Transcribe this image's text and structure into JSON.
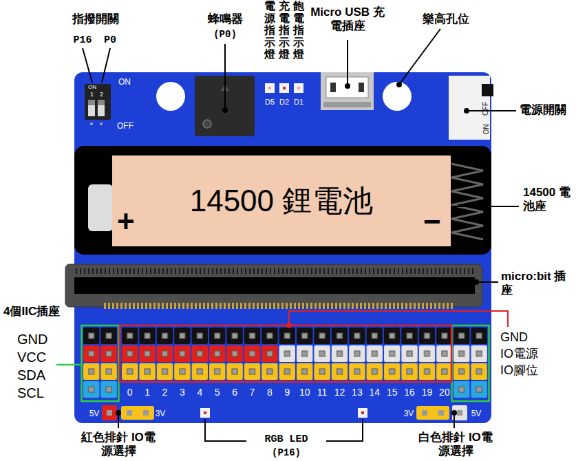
{
  "diagram": {
    "nodes": [
      {
        "text": [
          "14500 鋰電池"
        ]
      }
    ],
    "labels": [
      "指撥開關",
      "P16",
      "P0",
      "蜂鳴器",
      "(P0)",
      "電源指示燈",
      "充電指示燈",
      "飽電指示燈",
      "Micro USB 充電插座",
      "樂高孔位",
      "ON",
      "1",
      "2",
      "ON",
      "OFF",
      "D5",
      "D2",
      "D1",
      "電源開關",
      "OFF",
      "ON",
      "+",
      "−",
      "14500 電池座",
      "micro:bit 插座",
      "4個IIC插座",
      "GND",
      "VCC",
      "SDA",
      "SCL",
      "GND",
      "IO電源",
      "IO腳位",
      "0",
      "1",
      "2",
      "3",
      "4",
      "5",
      "6",
      "7",
      "8",
      "9",
      "10",
      "11",
      "12",
      "13",
      "14",
      "15",
      "16",
      "19",
      "20",
      "5V",
      "3V",
      "3V",
      "5V",
      "紅色排針 IO電源選擇",
      "RGB LED",
      "(P16)",
      "白色排針 IO電源選擇"
    ]
  }
}
